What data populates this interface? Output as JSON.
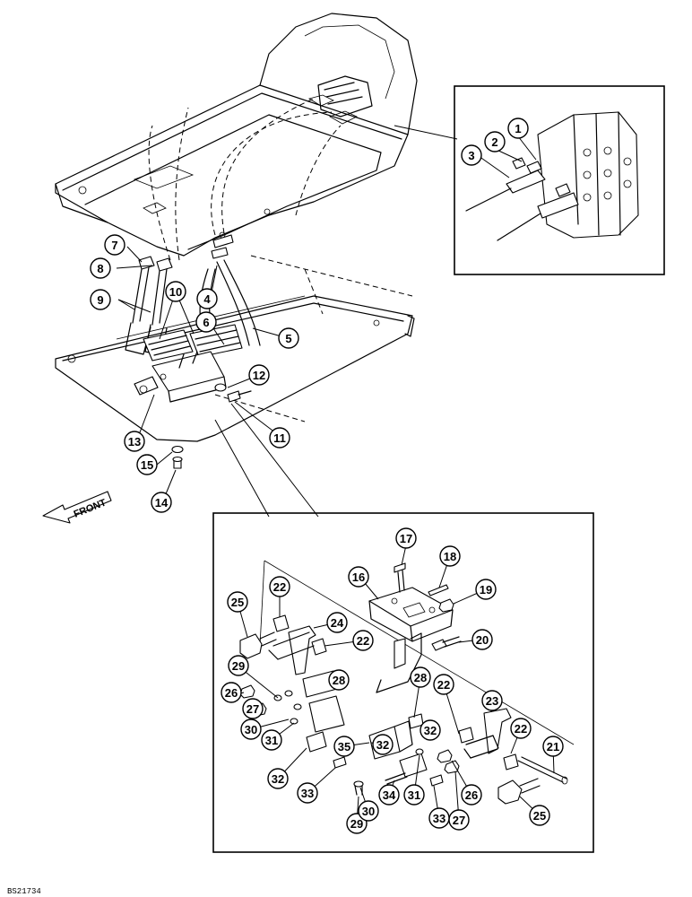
{
  "diagram": {
    "front_label": "FRONT",
    "drawing_code": "BS21734",
    "callouts": [
      {
        "label": "1"
      },
      {
        "label": "2"
      },
      {
        "label": "3"
      },
      {
        "label": "4"
      },
      {
        "label": "5"
      },
      {
        "label": "6"
      },
      {
        "label": "7"
      },
      {
        "label": "8"
      },
      {
        "label": "9"
      },
      {
        "label": "10"
      },
      {
        "label": "11"
      },
      {
        "label": "12"
      },
      {
        "label": "13"
      },
      {
        "label": "14"
      },
      {
        "label": "15"
      },
      {
        "label": "16"
      },
      {
        "label": "17"
      },
      {
        "label": "18"
      },
      {
        "label": "19"
      },
      {
        "label": "20"
      },
      {
        "label": "21"
      },
      {
        "label": "22"
      },
      {
        "label": "22"
      },
      {
        "label": "22"
      },
      {
        "label": "22"
      },
      {
        "label": "23"
      },
      {
        "label": "24"
      },
      {
        "label": "25"
      },
      {
        "label": "25"
      },
      {
        "label": "26"
      },
      {
        "label": "26"
      },
      {
        "label": "27"
      },
      {
        "label": "27"
      },
      {
        "label": "28"
      },
      {
        "label": "28"
      },
      {
        "label": "29"
      },
      {
        "label": "29"
      },
      {
        "label": "30"
      },
      {
        "label": "30"
      },
      {
        "label": "31"
      },
      {
        "label": "31"
      },
      {
        "label": "32"
      },
      {
        "label": "32"
      },
      {
        "label": "32"
      },
      {
        "label": "33"
      },
      {
        "label": "33"
      },
      {
        "label": "34"
      },
      {
        "label": "35"
      }
    ]
  }
}
